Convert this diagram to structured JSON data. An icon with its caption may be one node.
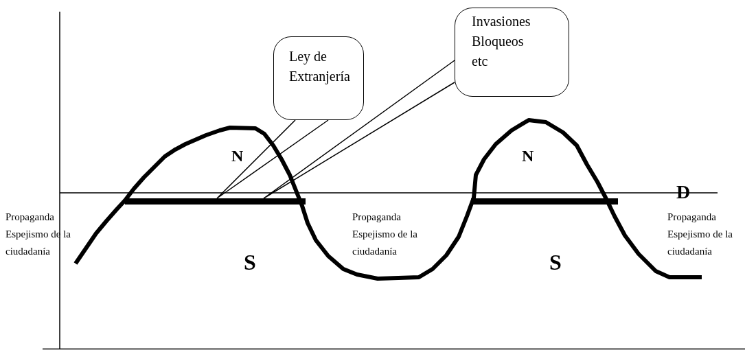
{
  "diagram": {
    "nodes": [
      {
        "text": [
          "Ley de Extranjería"
        ]
      },
      {
        "text": [
          "Invasiones Bloqueos etc"
        ]
      },
      {
        "text": [],
        "shape": "bar"
      },
      {
        "text": [],
        "shape": "bar"
      }
    ],
    "edges": [
      {
        "from": 0,
        "to": 2,
        "arrow": "none"
      },
      {
        "from": 1,
        "to": 2,
        "arrow": "none"
      }
    ],
    "labels": [
      "N",
      "N",
      "D",
      "Propaganda Espejismo de la ciudadanía",
      "Propaganda Espejismo de la ciudadanía",
      "Propaganda Espejismo de la ciudadanía",
      "S",
      "S"
    ]
  }
}
